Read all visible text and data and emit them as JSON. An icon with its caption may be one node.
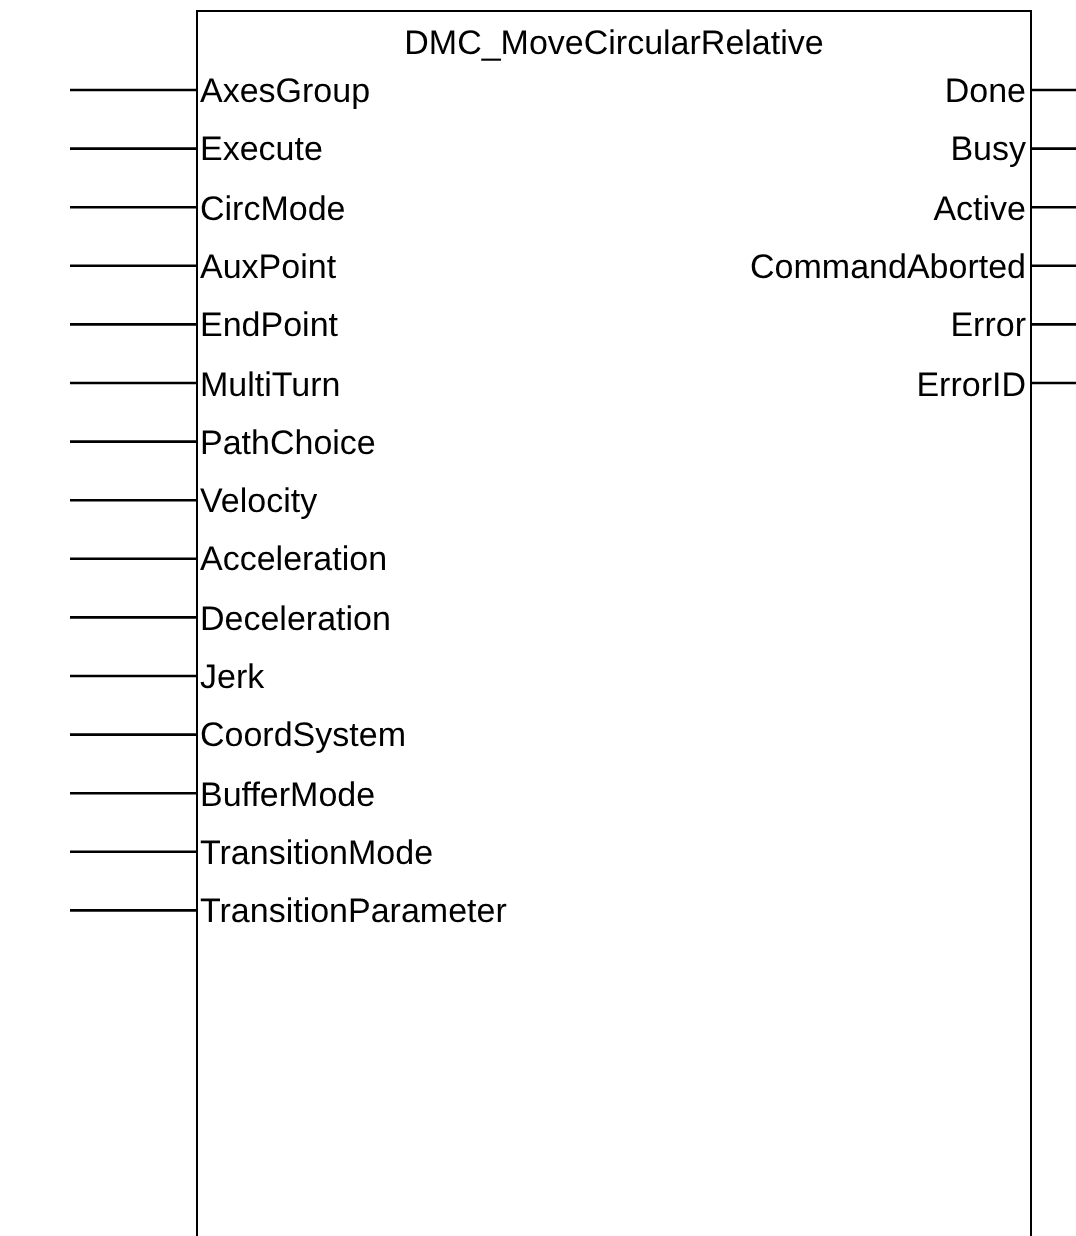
{
  "diagram": {
    "nodes": [
      {
        "text": [
          "DMC_MoveCircularRelative"
        ]
      },
      {
        "text": [
          "AxesGroup"
        ],
        "in": 0
      },
      {
        "text": [
          "Done"
        ],
        "in": 0
      },
      {
        "text": [
          "Execute"
        ],
        "in": 0
      },
      {
        "text": [
          "Busy"
        ],
        "in": 0
      },
      {
        "text": [
          "CircMode"
        ],
        "in": 0
      },
      {
        "text": [
          "Active"
        ],
        "in": 0
      },
      {
        "text": [
          "AuxPoint"
        ],
        "in": 0
      },
      {
        "text": [
          "CommandAborted"
        ],
        "in": 0
      },
      {
        "text": [
          "EndPoint"
        ],
        "in": 0
      },
      {
        "text": [
          "Error"
        ],
        "in": 0
      },
      {
        "text": [
          "MultiTurn"
        ],
        "in": 0
      },
      {
        "text": [
          "ErrorID"
        ],
        "in": 0
      },
      {
        "text": [
          "PathChoice"
        ],
        "in": 0
      },
      {
        "text": [
          "Velocity"
        ],
        "in": 0
      },
      {
        "text": [
          "Acceleration"
        ],
        "in": 0
      },
      {
        "text": [
          "Deceleration"
        ],
        "in": 0
      },
      {
        "text": [
          "Jerk"
        ],
        "in": 0
      },
      {
        "text": [
          "CoordSystem"
        ],
        "in": 0
      },
      {
        "text": [
          "BufferMode"
        ],
        "in": 0
      },
      {
        "text": [
          "TransitionMode"
        ],
        "in": 0
      },
      {
        "text": [
          "TransitionParameter"
        ],
        "in": 0
      }
    ],
    "edges": [
      {
        "from": null,
        "to": 1,
        "arrow": "none"
      },
      {
        "from": 2,
        "to": null,
        "arrow": "none"
      },
      {
        "from": null,
        "to": 3,
        "arrow": "none"
      },
      {
        "from": 4,
        "to": null,
        "arrow": "none"
      },
      {
        "from": null,
        "to": 5,
        "arrow": "none"
      },
      {
        "from": 6,
        "to": null,
        "arrow": "none"
      },
      {
        "from": null,
        "to": 7,
        "arrow": "none"
      },
      {
        "from": 8,
        "to": null,
        "arrow": "none"
      },
      {
        "from": null,
        "to": 9,
        "arrow": "none"
      },
      {
        "from": 10,
        "to": null,
        "arrow": "none"
      },
      {
        "from": null,
        "to": 11,
        "arrow": "none"
      },
      {
        "from": 12,
        "to": null,
        "arrow": "none"
      },
      {
        "from": null,
        "to": 13,
        "arrow": "none"
      },
      {
        "from": null,
        "to": 14,
        "arrow": "none"
      },
      {
        "from": null,
        "to": 15,
        "arrow": "none"
      },
      {
        "from": null,
        "to": 16,
        "arrow": "none"
      },
      {
        "from": null,
        "to": 17,
        "arrow": "none"
      },
      {
        "from": null,
        "to": 18,
        "arrow": "none"
      },
      {
        "from": null,
        "to": 19,
        "arrow": "none"
      },
      {
        "from": null,
        "to": 20,
        "arrow": "none"
      },
      {
        "from": null,
        "to": 21,
        "arrow": "none"
      }
    ]
  }
}
